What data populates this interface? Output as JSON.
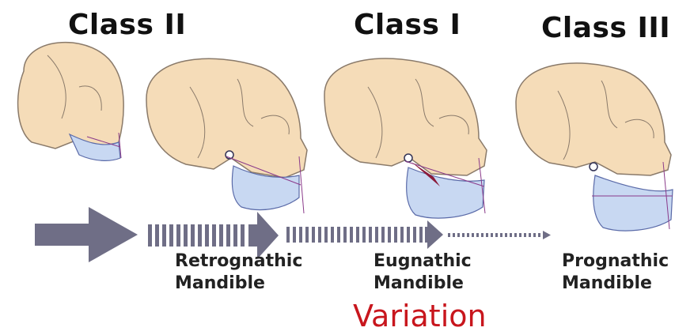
{
  "headers": {
    "class_ii": "Class II",
    "class_i": "Class I",
    "class_iii": "Class III"
  },
  "labels": {
    "retrognathic_line1": "Retrognathic",
    "retrognathic_line2": "Mandible",
    "eugnathic_line1": "Eugnathic",
    "eugnathic_line2": "Mandible",
    "prognathic_line1": "Prognathic",
    "prognathic_line2": "Mandible"
  },
  "caption": "Variation",
  "colors": {
    "bone": "#f5dcb8",
    "bone_stroke": "#8a7a6a",
    "mandible": "#c8d8f2",
    "mandible_stroke": "#5a6aa8",
    "reference_line": "#8a3a8a",
    "arrow": "#6f6e86",
    "caption": "#c8161d"
  },
  "icons": {
    "progression_arrow": "right-arrow-icon"
  }
}
